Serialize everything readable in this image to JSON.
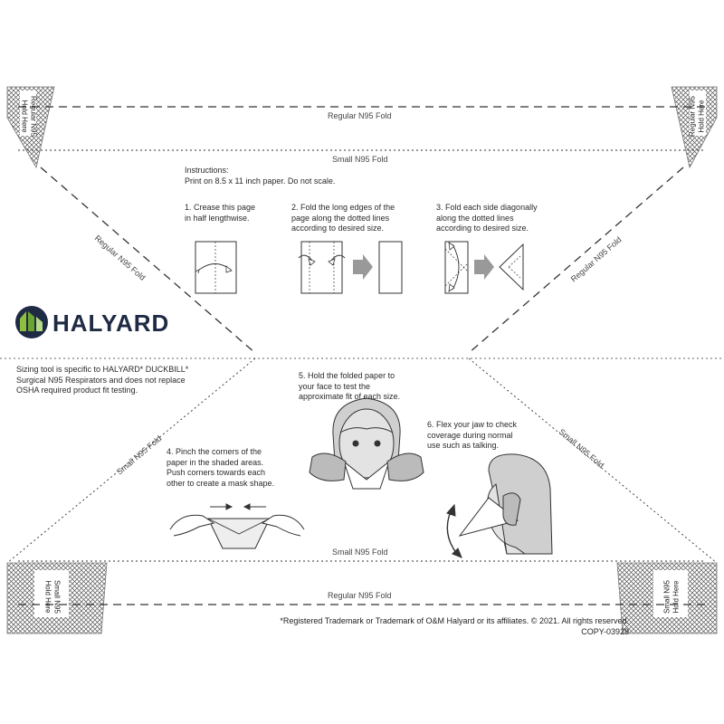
{
  "brand": {
    "name": "HALYARD",
    "color": "#1f2a44",
    "accent": "#8fbf3f"
  },
  "fold_labels": {
    "regular_top": "Regular N95 Fold",
    "small_top": "Small N95 Fold",
    "regular_diag_left": "Regular N95 Fold",
    "regular_diag_right": "Regular N95 Fold",
    "small_diag_left": "Small N95 Fold",
    "small_diag_right": "Small N95 Fold",
    "small_bottom": "Small N95 Fold",
    "regular_bottom": "Regular N95 Fold"
  },
  "hold_labels": {
    "top_left": "Regular N95\nHold Here",
    "top_right": "Regular N95\nHold Here",
    "bottom_left": "Small N95\nHold Here",
    "bottom_right": "Small N95\nHold Here"
  },
  "instructions": {
    "header": "Instructions:\nPrint on 8.5 x 11 inch paper. Do not scale.",
    "step1": "1. Crease this page\n    in half lengthwise.",
    "step2": "2. Fold the long edges of the\n    page along the dotted lines\n    according to desired size.",
    "step3": "3. Fold each side diagonally\n    along the dotted lines\n    according to desired size.",
    "step4": "4. Pinch the corners of the\n    paper in the shaded areas.\n    Push corners towards each\n    other to create a mask shape.",
    "step5": "5. Hold the folded paper to\n    your face to test the\n    approximate fit of each size.",
    "step6": "6. Flex your jaw to check\n    coverage during normal\n    use such as talking."
  },
  "disclaimer": "Sizing tool is specific to HALYARD* DUCKBILL*\nSurgical N95 Respirators and does not replace\nOSHA required product fit testing.",
  "footer": {
    "trademark": "*Registered Trademark or Trademark of O&M Halyard or its affiliates. © 2021. All rights reserved.",
    "code": "COPY-03929"
  }
}
